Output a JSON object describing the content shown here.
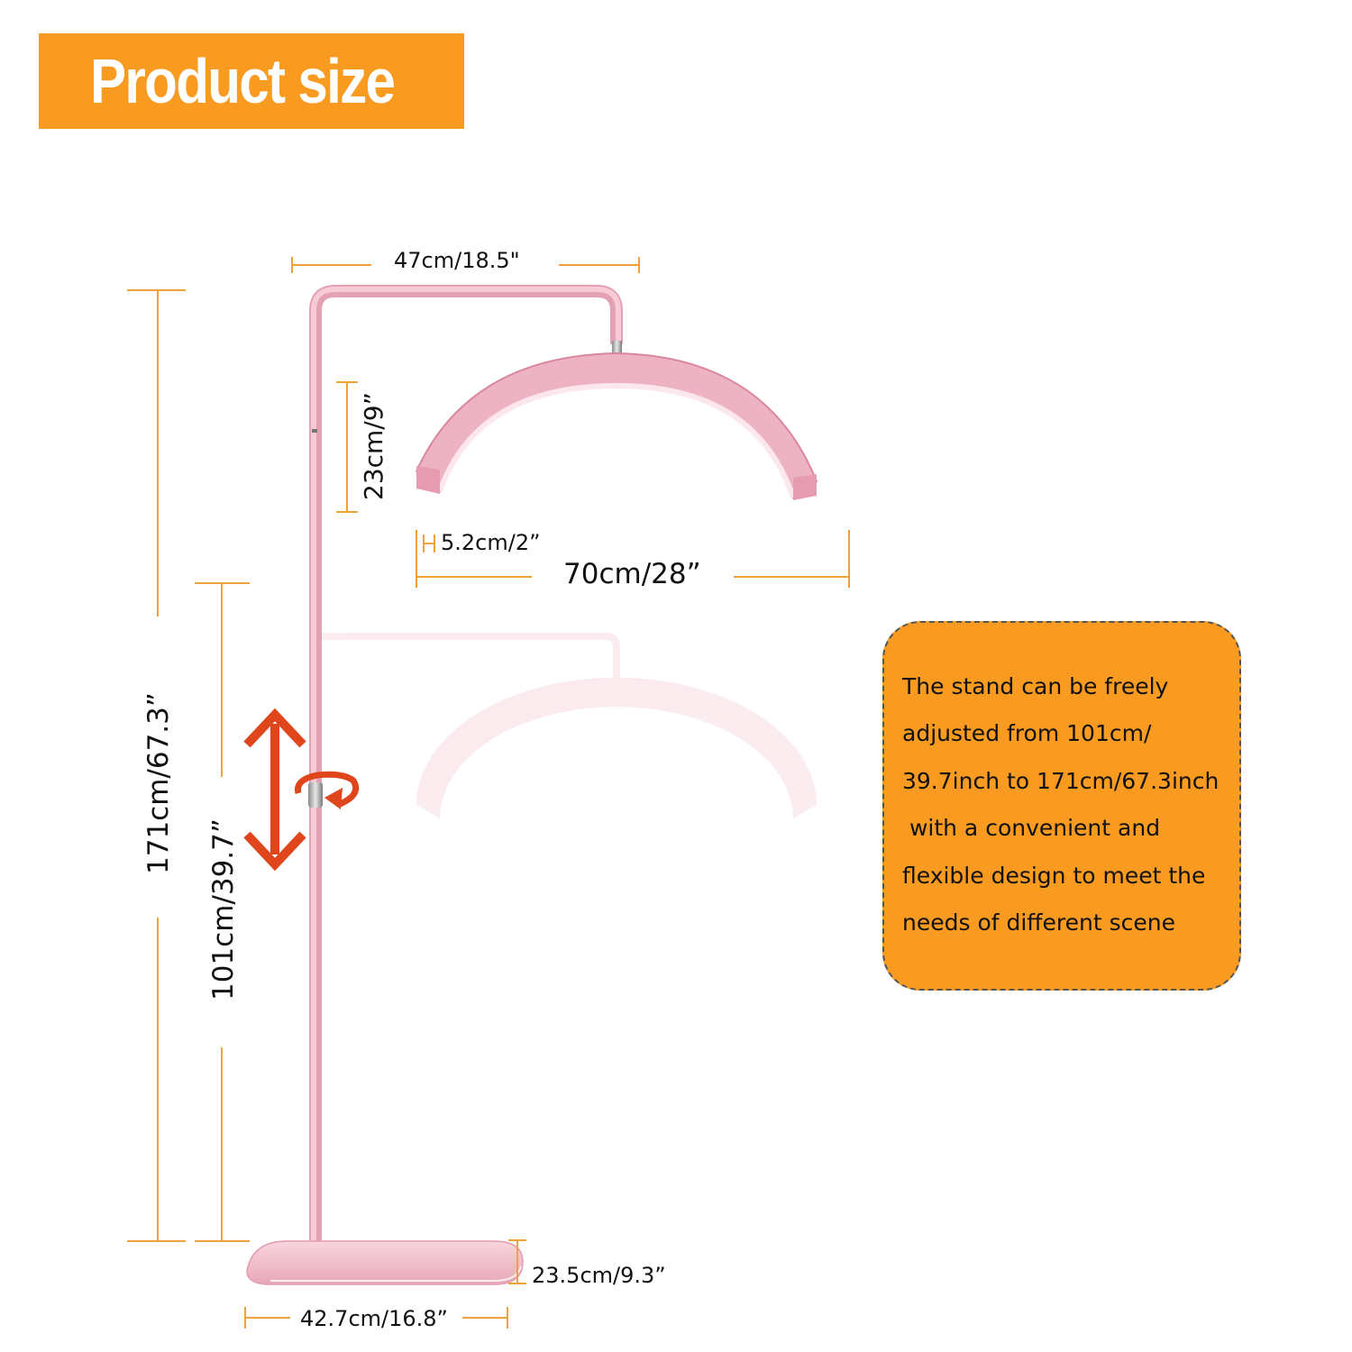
{
  "title": "Product size",
  "dimensions": {
    "top_arm_width": "47cm/18.5\"",
    "lamp_height": "23cm/9”",
    "lamp_thickness": "5.2cm/2”",
    "lamp_width": "70cm/28”",
    "max_height": "171cm/67.3”",
    "min_height": "101cm/39.7”",
    "base_depth": "23.5cm/9.3”",
    "base_width": "42.7cm/16.8”"
  },
  "info": {
    "lines": [
      "The stand can be freely",
      "adjusted from 101cm/",
      "39.7inch to 171cm/67.3inch",
      " with a convenient and",
      "flexible design to meet the",
      "needs of different scene"
    ]
  },
  "colors": {
    "accent": "#f99a21",
    "stand_pink": "#f2b9c8",
    "arrow_red": "#e0461c"
  }
}
